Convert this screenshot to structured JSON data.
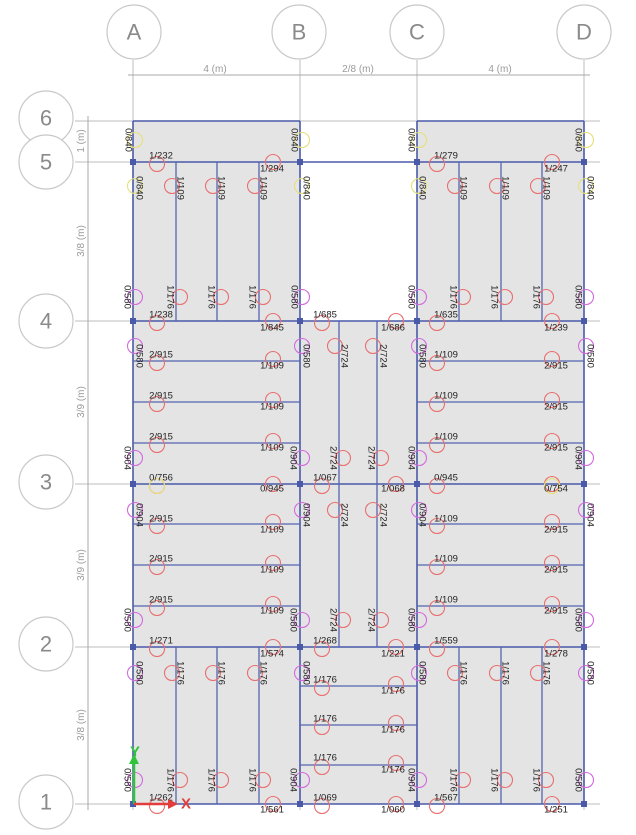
{
  "grid": {
    "columns": [
      "A",
      "B",
      "C",
      "D"
    ],
    "rows": [
      "6",
      "5",
      "4",
      "3",
      "2",
      "1"
    ]
  },
  "dimensions": {
    "horizontal": [
      "4 (m)",
      "2/8 (m)",
      "4 (m)"
    ],
    "vertical": [
      "1 (m)",
      "3/8 (m)",
      "3/9 (m)",
      "3/9 (m)",
      "3/8 (m)"
    ]
  },
  "axes": {
    "x": "X",
    "y": "Y"
  },
  "colors": {
    "slab": "#e4e4e4",
    "beam": "#4a5aa8",
    "circle_red": "#e87070",
    "circle_magenta": "#d46ae0",
    "circle_yellow": "#e6e07a",
    "axis_x": "#e23c3c",
    "axis_y": "#2fc43a"
  },
  "labels": [
    "0/840",
    "0/840",
    "0/840",
    "0/840",
    "1/232",
    "1/294",
    "1/279",
    "1/247",
    "0/840",
    "0/840",
    "0/840",
    "0/840",
    "1/109",
    "1/109",
    "1/109",
    "1/109",
    "1/109",
    "1/109",
    "0/580",
    "1/176",
    "1/176",
    "1/176",
    "0/580",
    "0/580",
    "1/176",
    "1/176",
    "1/176",
    "0/580",
    "1/238",
    "1/845",
    "1/685",
    "1/686",
    "1/635",
    "1/239",
    "0/580",
    "0/580",
    "0/580",
    "0/580",
    "2/724",
    "2/724",
    "2/915",
    "2/915",
    "2/915",
    "1/109",
    "1/109",
    "1/109",
    "1/109",
    "1/109",
    "1/109",
    "2/915",
    "2/915",
    "2/915",
    "0/904",
    "0/904",
    "0/904",
    "0/904",
    "2/724",
    "2/724",
    "0/756",
    "0/945",
    "1/067",
    "1/068",
    "0/945",
    "0/754",
    "0/904",
    "0/904",
    "0/904",
    "0/904",
    "2/724",
    "2/724",
    "2/915",
    "2/915",
    "2/915",
    "1/109",
    "1/109",
    "1/109",
    "1/109",
    "1/109",
    "1/109",
    "2/915",
    "2/915",
    "2/915",
    "0/580",
    "0/580",
    "0/580",
    "0/580",
    "2/724",
    "2/724",
    "1/271",
    "1/574",
    "1/268",
    "1/221",
    "1/559",
    "1/278",
    "0/580",
    "0/580",
    "0/580",
    "0/580",
    "1/176",
    "1/176",
    "1/176",
    "1/176",
    "1/176",
    "1/176",
    "1/176",
    "1/176",
    "1/176",
    "1/176",
    "1/176",
    "1/176",
    "0/580",
    "1/176",
    "1/176",
    "1/176",
    "0/904",
    "0/904",
    "1/176",
    "1/176",
    "1/176",
    "0/580",
    "1/262",
    "1/561",
    "1/069",
    "1/060",
    "1/567",
    "1/251"
  ]
}
